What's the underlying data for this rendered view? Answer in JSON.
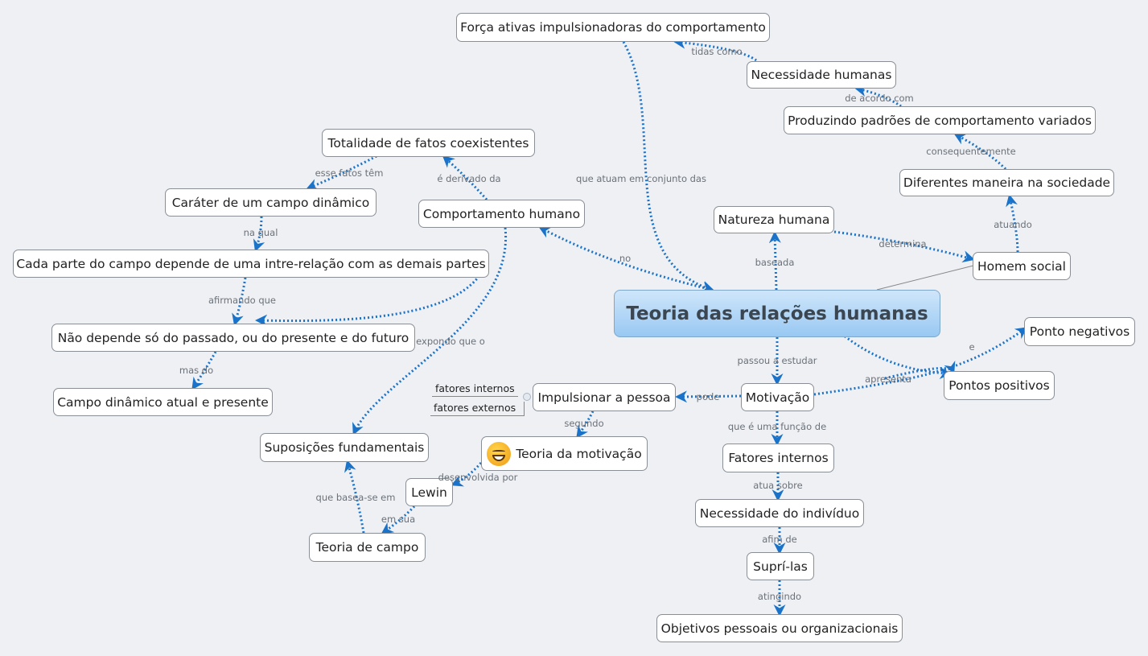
{
  "central": "Teoria das relações humanas",
  "nodes": {
    "forca": "Força ativas impulsionadoras do comportamento",
    "necessidade_humanas": "Necessidade humanas",
    "produzindo": "Produzindo padrões de comportamento variados",
    "diferentes": "Diferentes maneira na sociedade",
    "natureza": "Natureza humana",
    "homem_social": "Homem social",
    "ponto_negativos": "Ponto negativos",
    "pontos_positivos": "Pontos positivos",
    "totalidade": "Totalidade de fatos coexistentes",
    "carater": "Caráter  de um campo dinâmico",
    "comportamento": "Comportamento humano",
    "cada_parte": "Cada parte do campo depende de uma intre-relação com as demais partes",
    "nao_depende": "Não depende só do passado, ou do presente e do futuro",
    "campo_dinamico": "Campo dinâmico atual e presente",
    "impulsionar": "Impulsionar a pessoa",
    "motivacao": "Motivação",
    "suposicoes": "Suposições fundamentais",
    "teoria_motivacao": "Teoria da motivação",
    "fatores_internos": "Fatores internos",
    "lewin": "Lewin",
    "necessidade_individuo": "Necessidade do indivíduo",
    "teoria_campo": "Teoria de campo",
    "supri": "Suprí-las",
    "objetivos": "Objetivos pessoais ou organizacionais"
  },
  "subtopics": [
    "fatores internos",
    "fatores externos"
  ],
  "relations": {
    "tidas_como": "tidas como",
    "de_acordo": "de acordo com",
    "consequentemente": "consequentemente",
    "que_atuam": "que atuam em conjunto das",
    "atuando": "atuando",
    "determina": "determina",
    "baseada": "baseada",
    "no": "no",
    "esse_fatos": "esse fatos têm",
    "derivado": "é derivado da",
    "na_qual": "na qual",
    "afirmando": "afirmando que",
    "expondo": "expondo que o",
    "mas_do": "mas do",
    "passou": "passou a estudar",
    "e": "e",
    "apresenta": "apresenta",
    "pode": "pode",
    "segundo": "segundo",
    "funcao": "que é uma função de",
    "desenvolvida": "desenvolvida por",
    "basea": "que basea-se em",
    "atua_sobre": "atua sobre",
    "em_sua": "em sua",
    "afim": "afim de",
    "atingindo": "atingindo"
  },
  "icons": {
    "teoria_motivacao": "laughing-emoji-icon"
  },
  "colors": {
    "connector": "#1a73c8",
    "background": "#eef0f4",
    "central_fill": "#a9d2f5"
  }
}
